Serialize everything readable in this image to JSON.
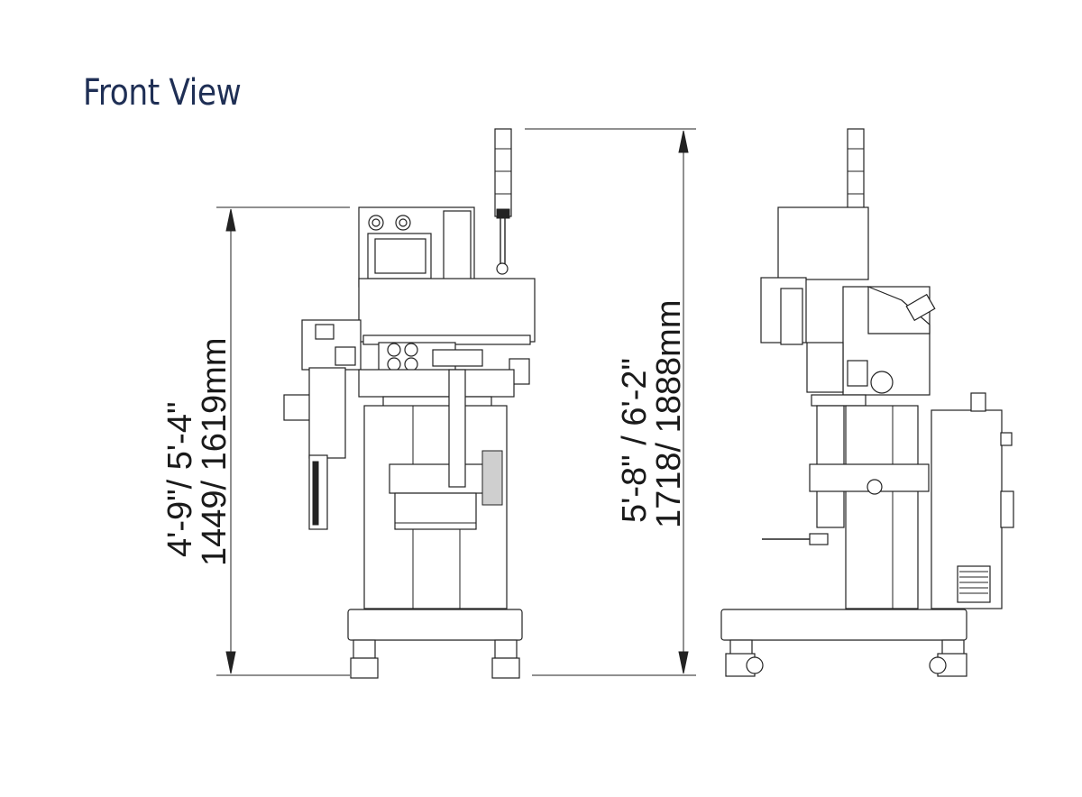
{
  "title": "Front View",
  "dimensions": {
    "left_height_imperial": "4'-9\"/  5'-4\"",
    "left_height_metric": "1449/  1619mm",
    "right_height_imperial": "5'-8\" / 6'-2\"",
    "right_height_metric": "1718/  1888mm"
  },
  "colors": {
    "title": "#1f2f55",
    "line": "#222222"
  }
}
